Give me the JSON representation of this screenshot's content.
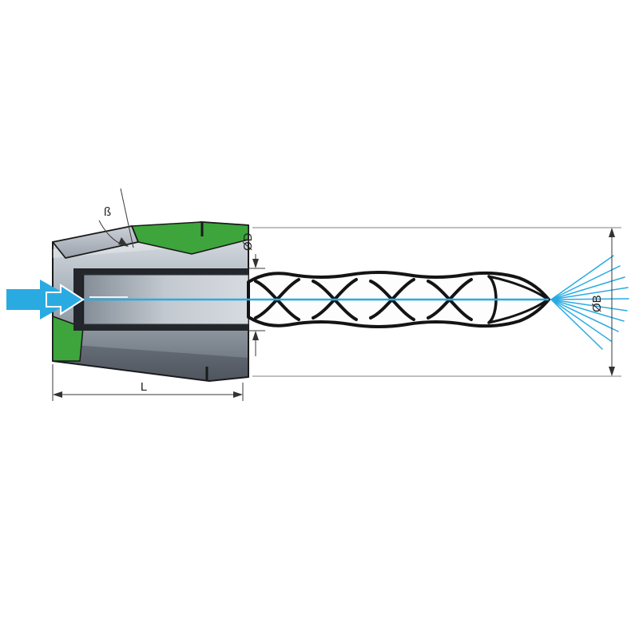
{
  "diagram": {
    "labels": {
      "angle": "ß",
      "bore_diameter": "ØD",
      "outer_diameter": "ØB",
      "length": "L"
    },
    "colors": {
      "coolant": "#29abe2",
      "collet_green": "#3da53c",
      "outline": "#1a1a1a",
      "dimension": "#333333",
      "background": "#ffffff"
    }
  }
}
